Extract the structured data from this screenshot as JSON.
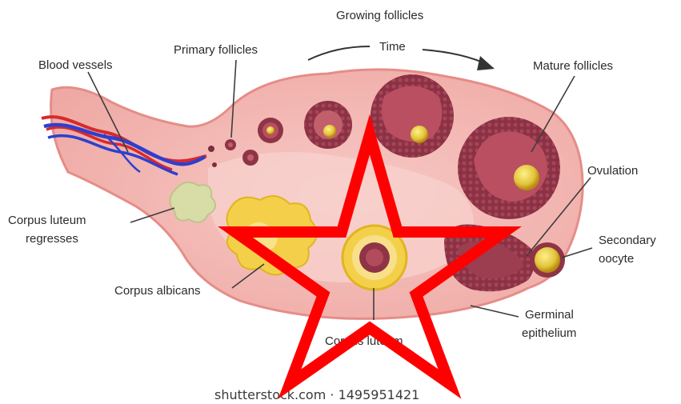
{
  "diagram": {
    "labels": {
      "growing_follicles": "Growing follicles",
      "time": "Time",
      "blood_vessels": "Blood vessels",
      "primary_follicles": "Primary follicles",
      "mature_follicles": "Mature follicles",
      "ovulation": "Ovulation",
      "corpus_luteum_regresses_1": "Corpus luteum",
      "corpus_luteum_regresses_2": "regresses",
      "secondary_oocyte_1": "Secondary",
      "secondary_oocyte_2": "oocyte",
      "corpus_albicans": "Corpus albicans",
      "germinal_epithelium_1": "Germinal",
      "germinal_epithelium_2": "epithelium",
      "corpus_luteum": "Corpus luteum"
    },
    "watermark": "shutterstock.com · 1495951421",
    "colors": {
      "ovary_fill": "#f3b8b4",
      "ovary_stroke": "#e58d88",
      "follicle_dark": "#7e2d3d",
      "follicle_mid": "#b24b5b",
      "oocyte": "#e2c43a",
      "corpus_luteum_yellow": "#f4d04a",
      "corpus_albicans_green": "#d8dca6",
      "vein_blue": "#2e3fcf",
      "artery_red": "#d72a2a",
      "star_red": "#ff0000"
    }
  }
}
